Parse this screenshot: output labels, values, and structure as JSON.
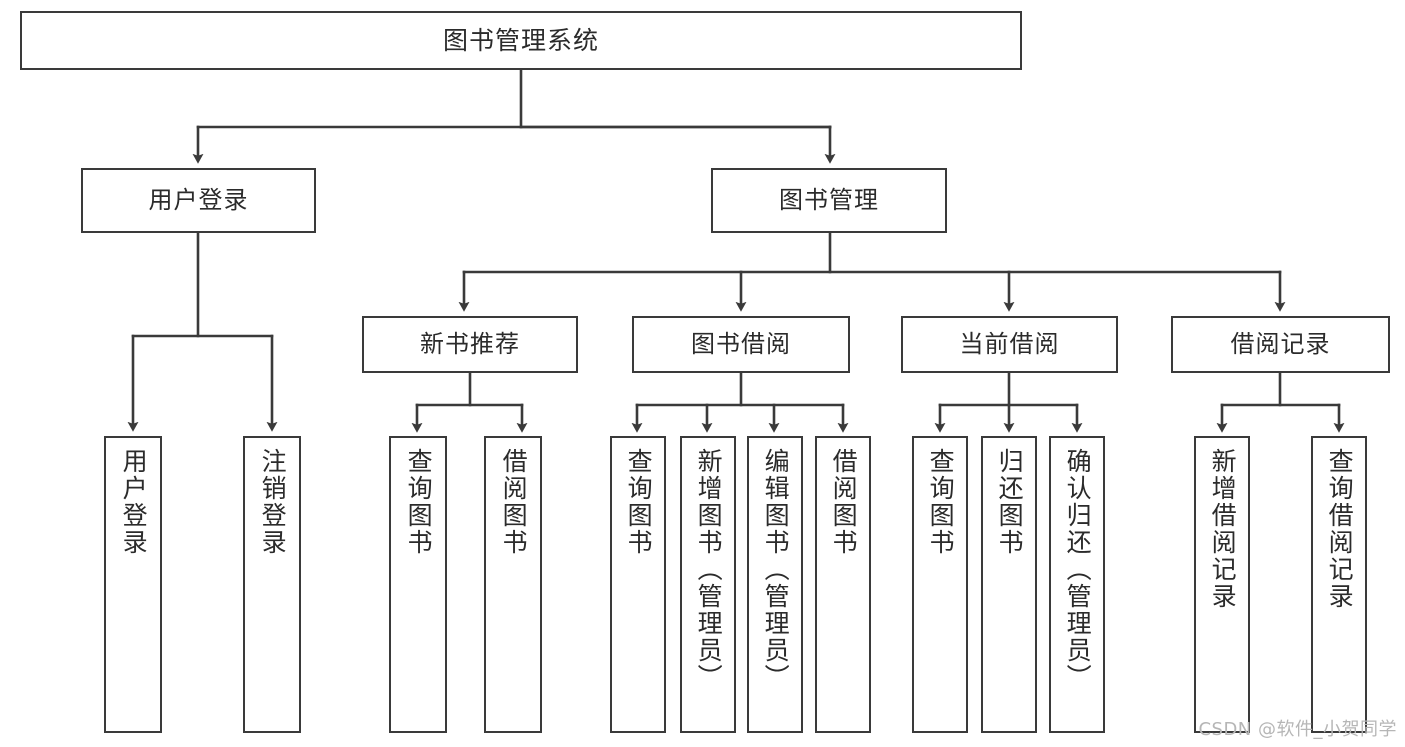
{
  "diagram": {
    "title": "图书管理系统",
    "type": "tree",
    "watermark": "CSDN @软件_小贺同学",
    "stroke_color": "#3a3a3a",
    "fill_color": "#ffffff",
    "text_color": "#2b2b2b"
  },
  "nodes": {
    "root": {
      "label": "图书管理系统"
    },
    "level2": [
      {
        "id": "user-login",
        "label": "用户登录"
      },
      {
        "id": "book-manage",
        "label": "图书管理"
      }
    ],
    "level3": [
      {
        "id": "new-book-recommend",
        "label": "新书推荐"
      },
      {
        "id": "book-borrow",
        "label": "图书借阅"
      },
      {
        "id": "current-borrow",
        "label": "当前借阅"
      },
      {
        "id": "borrow-record",
        "label": "借阅记录"
      }
    ],
    "leaves": {
      "user-login": [
        {
          "id": "leaf-user-login",
          "label": "用户登录"
        },
        {
          "id": "leaf-logout",
          "label": "注销登录"
        }
      ],
      "new-book-recommend": [
        {
          "id": "leaf-query-book-1",
          "label": "查询图书"
        },
        {
          "id": "leaf-borrow-book-1",
          "label": "借阅图书"
        }
      ],
      "book-borrow": [
        {
          "id": "leaf-query-book-2",
          "label": "查询图书"
        },
        {
          "id": "leaf-add-book",
          "label": "新增图书（管理员）"
        },
        {
          "id": "leaf-edit-book",
          "label": "编辑图书（管理员）"
        },
        {
          "id": "leaf-borrow-book-2",
          "label": "借阅图书"
        }
      ],
      "current-borrow": [
        {
          "id": "leaf-query-book-3",
          "label": "查询图书"
        },
        {
          "id": "leaf-return-book",
          "label": "归还图书"
        },
        {
          "id": "leaf-confirm-return",
          "label": "确认归还（管理员）"
        }
      ],
      "borrow-record": [
        {
          "id": "leaf-add-record",
          "label": "新增借阅记录"
        },
        {
          "id": "leaf-query-record",
          "label": "查询借阅记录"
        }
      ]
    }
  }
}
